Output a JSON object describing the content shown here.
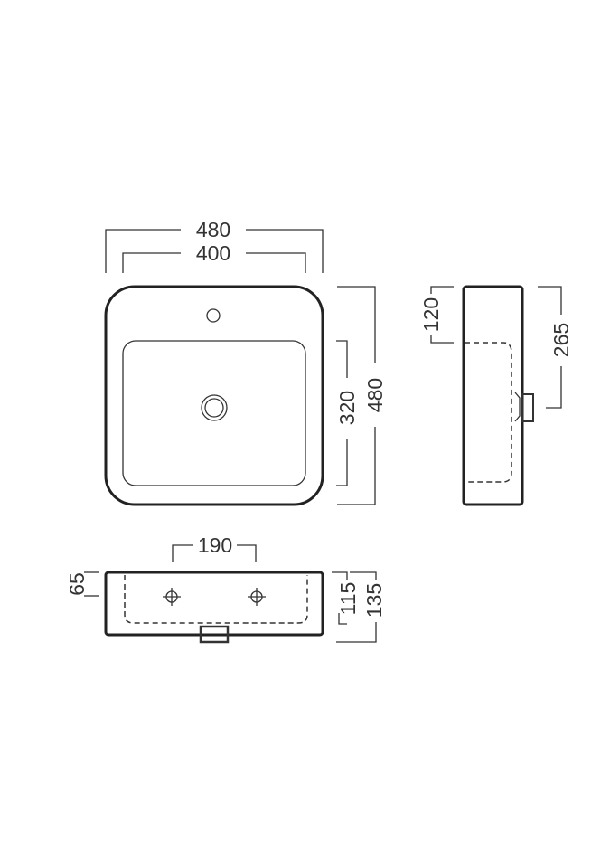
{
  "drawing": {
    "units": "mm",
    "top_view": {
      "overall_width": "480",
      "basin_width": "400",
      "overall_depth": "480",
      "basin_depth": "320"
    },
    "side_view": {
      "tap_to_bowl": "120",
      "overflow_position": "265"
    },
    "front_view": {
      "tap_hole_spacing": "190",
      "tap_height": "65",
      "body_height": "115",
      "total_height": "135"
    }
  }
}
